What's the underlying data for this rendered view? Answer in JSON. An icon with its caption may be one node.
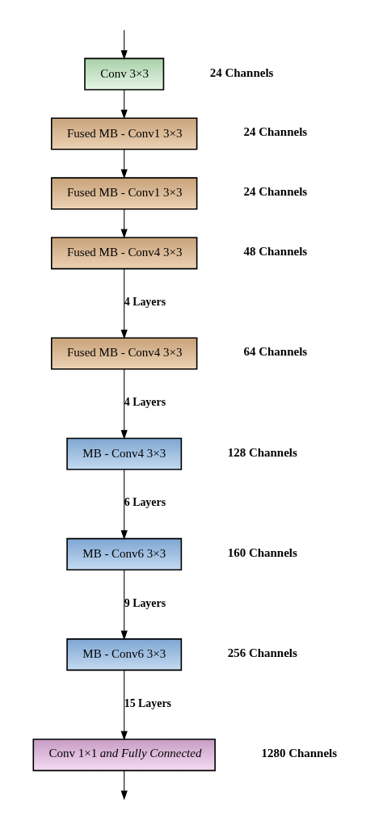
{
  "diagram": {
    "nodes": [
      {
        "text": [
          "Conv 3×3"
        ],
        "beside": [
          "24 Channels"
        ]
      },
      {
        "text": [
          "Fused MB - Conv1 3×3"
        ],
        "beside": [
          "24 Channels"
        ]
      },
      {
        "text": [
          "Fused MB - Conv1 3×3"
        ],
        "beside": [
          "24 Channels"
        ]
      },
      {
        "text": [
          "Fused MB - Conv4 3×3"
        ],
        "beside": [
          "48 Channels"
        ]
      },
      {
        "text": [
          "Fused MB - Conv4 3×3"
        ],
        "beside": [
          "64 Channels"
        ]
      },
      {
        "text": [
          "MB - Conv4 3×3"
        ],
        "beside": [
          "128 Channels"
        ]
      },
      {
        "text": [
          "MB - Conv6 3×3"
        ],
        "beside": [
          "160 Channels"
        ]
      },
      {
        "text": [
          "MB - Conv6 3×3"
        ],
        "beside": [
          "256 Channels"
        ]
      },
      {
        "text": [
          "Conv 1×1 *and Fully Connected*"
        ],
        "beside": [
          "1280 Channels"
        ]
      }
    ],
    "edges": [
      {
        "from": null,
        "to": 0,
        "arrow": "to"
      },
      {
        "from": 0,
        "to": 1,
        "arrow": "to"
      },
      {
        "from": 1,
        "to": 2,
        "arrow": "to"
      },
      {
        "from": 2,
        "to": 3,
        "arrow": "to"
      },
      {
        "from": 3,
        "to": 4,
        "arrow": "to",
        "label": "4 Layers"
      },
      {
        "from": 4,
        "to": 5,
        "arrow": "to",
        "label": "4 Layers"
      },
      {
        "from": 5,
        "to": 6,
        "arrow": "to",
        "label": "6 Layers"
      },
      {
        "from": 6,
        "to": 7,
        "arrow": "to",
        "label": "9 Layers"
      },
      {
        "from": 7,
        "to": 8,
        "arrow": "to",
        "label": "15 Layers"
      },
      {
        "from": 8,
        "to": null,
        "arrow": "to"
      }
    ]
  }
}
